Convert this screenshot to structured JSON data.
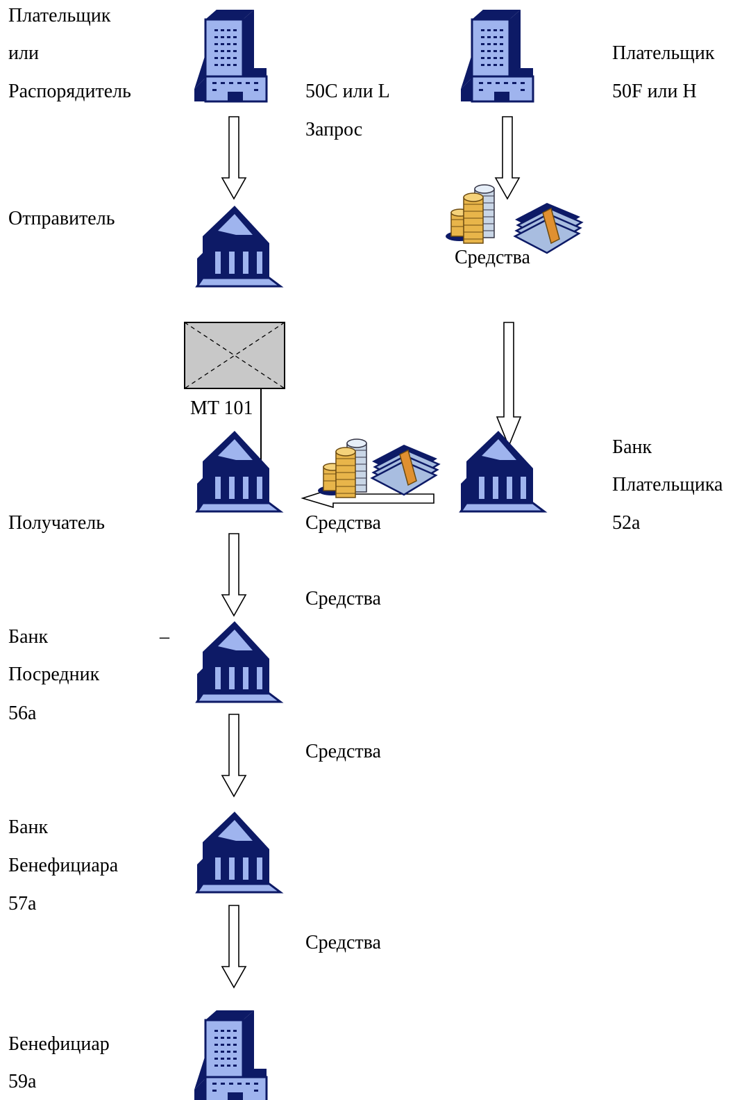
{
  "left_labels": {
    "payer_l1": "Плательщик",
    "payer_l2": "или",
    "payer_l3": "Распорядитель",
    "sender": "Отправитель",
    "receiver": "Получатель",
    "intermediary_l1": "Банк",
    "intermediary_dash": "–",
    "intermediary_l2": "Посредник",
    "intermediary_l3": "56a",
    "beneficiary_bank_l1": "Банк",
    "beneficiary_bank_l2": "Бенефициара",
    "beneficiary_bank_l3": "57a",
    "beneficiary_l1": "Бенефициар",
    "beneficiary_l2": "59a"
  },
  "center_labels": {
    "field_50cl": "50С или L",
    "request": "Запрос",
    "message": "MT 101",
    "funds_receiver": "Средства",
    "funds_1": "Средства",
    "funds_2": "Средства",
    "funds_3": "Средства"
  },
  "right_labels": {
    "payer": "Плательщик",
    "field_50fh": "50F или H",
    "funds_top": "Средства",
    "payer_bank_l1": "Банк",
    "payer_bank_l2": "Плательщика",
    "payer_bank_l3": "52a"
  },
  "colors": {
    "icon_dark": "#0d1a66",
    "icon_light": "#9fb4ee",
    "coin_gold": "#e8b54a",
    "coin_silver": "#c9d6e6",
    "banknote": "#a8bde0",
    "envelope": "#c8c8c8"
  },
  "icons": [
    "office-building-icon",
    "bank-icon",
    "coins-icon",
    "banknotes-icon",
    "envelope-icon"
  ]
}
